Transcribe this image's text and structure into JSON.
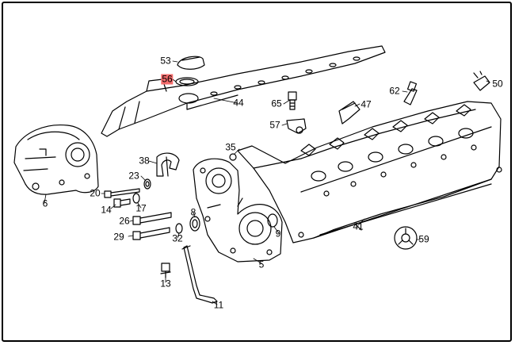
{
  "diagram": {
    "type": "exploded-parts-diagram",
    "highlight_color": "#f36b6b",
    "line_color": "#000000",
    "background_color": "#ffffff"
  },
  "callouts": {
    "c53": "53",
    "c56": "56",
    "c44": "44",
    "c65": "65",
    "c62": "62",
    "c47": "47",
    "c50": "50",
    "c57": "57",
    "c35": "35",
    "c38": "38",
    "c23": "23",
    "c20": "20",
    "c14": "14",
    "c17": "17",
    "c6": "6",
    "c8": "8",
    "c26": "26",
    "c29": "29",
    "c32": "32",
    "c9": "9",
    "c5": "5",
    "c41": "41",
    "c59": "59",
    "c13": "13",
    "c11": "11"
  }
}
